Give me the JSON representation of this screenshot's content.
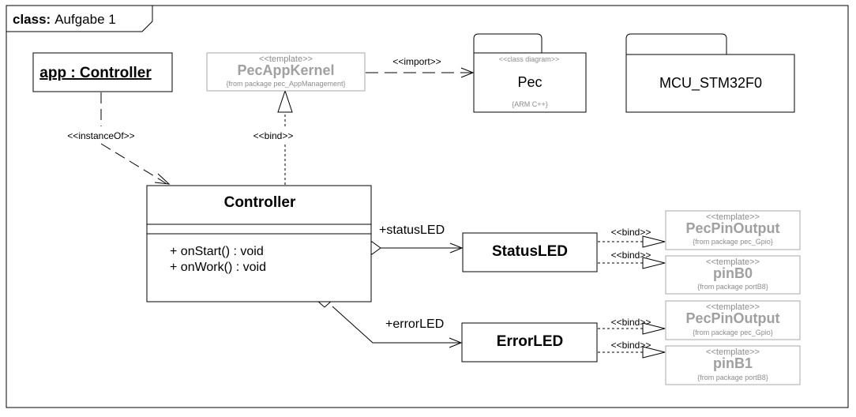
{
  "frame": {
    "kind": "class:",
    "name": "Aufgabe  1"
  },
  "instance": {
    "label": "app : Controller"
  },
  "kernel": {
    "stereotype": "<<template>>",
    "name": "PecAppKernel",
    "from": "{from package pec_AppManagement}"
  },
  "pec_package": {
    "stereotype": "<<class diagram>>",
    "name": "Pec",
    "tag": "{ARM C++}"
  },
  "mcu_package": {
    "name": "MCU_STM32F0"
  },
  "controller": {
    "name": "Controller",
    "operations": [
      "+ onStart() : void",
      "+ onWork() : void"
    ]
  },
  "status_led": {
    "name": "StatusLED",
    "role": "+statusLED"
  },
  "error_led": {
    "name": "ErrorLED",
    "role": "+errorLED"
  },
  "templates": [
    {
      "stereotype": "<<template>>",
      "name": "PecPinOutput",
      "from": "{from package pec_Gpio}"
    },
    {
      "stereotype": "<<template>>",
      "name": "pinB0",
      "from": "{from package portB8}"
    },
    {
      "stereotype": "<<template>>",
      "name": "PecPinOutput",
      "from": "{from package pec_Gpio}"
    },
    {
      "stereotype": "<<template>>",
      "name": "pinB1",
      "from": "{from package portB8}"
    }
  ],
  "labels": {
    "instance_of": "<<instanceOf>>",
    "bind": "<<bind>>",
    "import": "<<import>>"
  }
}
